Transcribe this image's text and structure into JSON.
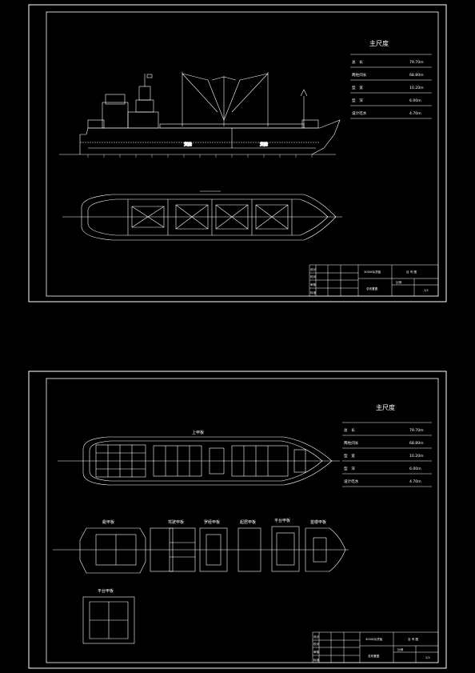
{
  "sheet1": {
    "dims_title": "主尺度",
    "dims": [
      {
        "label": "总　长",
        "value": "79.70m"
      },
      {
        "label": "两柱间长",
        "value": "68.80m"
      },
      {
        "label": "型　宽",
        "value": "10.20m"
      },
      {
        "label": "型　深",
        "value": "6.00m"
      },
      {
        "label": "设计吃水",
        "value": "4.70m"
      }
    ],
    "title_block": {
      "project": "3000t杂货船",
      "drawing": "总布置图",
      "code": "目 号 图",
      "rows": [
        "设计",
        "校对",
        "审核",
        "标准"
      ],
      "scale_label": "比例",
      "sheet": "1/2"
    }
  },
  "sheet2": {
    "dims_title": "主尺度",
    "dims": [
      {
        "label": "总　长",
        "value": "79.70m"
      },
      {
        "label": "两柱间长",
        "value": "68.80m"
      },
      {
        "label": "型　宽",
        "value": "10.20m"
      },
      {
        "label": "型　深",
        "value": "6.00m"
      },
      {
        "label": "设计吃水",
        "value": "4.70m"
      }
    ],
    "deck_label": "上甲板",
    "small_plans": [
      "艇甲板",
      "驾驶甲板",
      "罗经甲板",
      "起居甲板",
      "平台甲板",
      "首楼甲板"
    ],
    "platform_label": "平台甲板",
    "title_block": {
      "project": "3000t杂货船",
      "drawing": "总布置图",
      "code": "目 号 图",
      "rows": [
        "设计",
        "校对",
        "审核",
        "标准"
      ],
      "scale_label": "比例",
      "sheet": "2/2"
    }
  }
}
